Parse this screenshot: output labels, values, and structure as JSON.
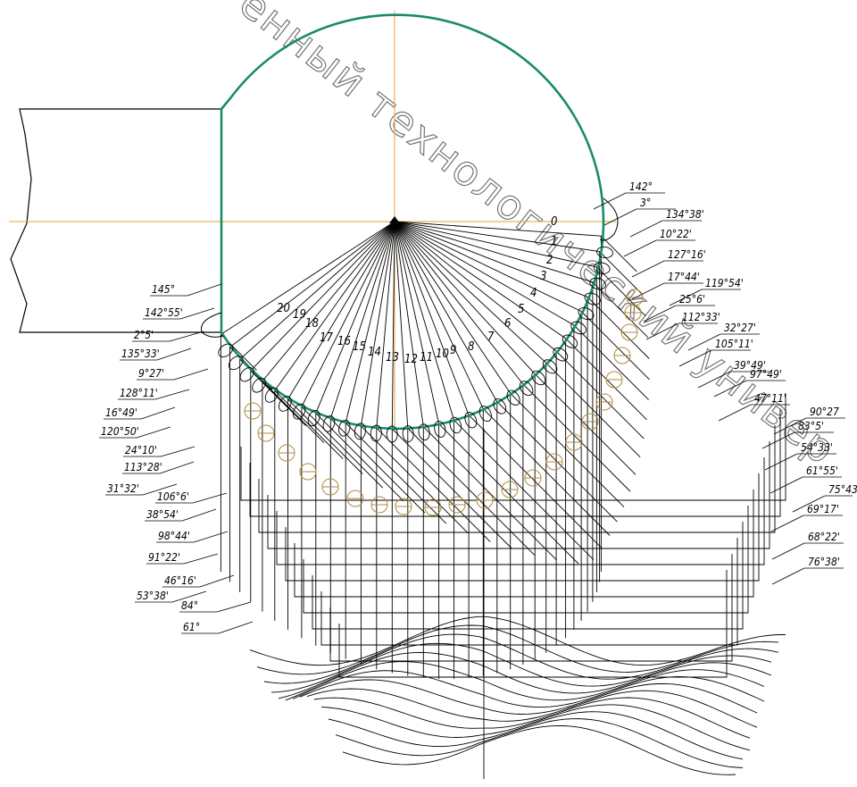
{
  "watermark": "енный технологический универ",
  "colors": {
    "outline": "#1a8a6a",
    "axis": "#e0a040",
    "ink": "#000000",
    "watermark": "#6a6a6a"
  },
  "ray_numbers": [
    "0",
    "1",
    "2",
    "3",
    "4",
    "5",
    "6",
    "7",
    "8",
    "9",
    "10",
    "11",
    "12",
    "13",
    "14",
    "15",
    "16",
    "17",
    "18",
    "19",
    "20"
  ],
  "right_labels": [
    "142°",
    "3°",
    "134°38'",
    "10°22'",
    "127°16'",
    "17°44'",
    "119°54'",
    "25°6'",
    "112°33'",
    "32°27'",
    "105°11'",
    "39°49'",
    "97°49'",
    "47°11'",
    "90°27",
    "83°5'",
    "54°33'",
    "61°55'",
    "75°43'",
    "69°17'",
    "68°22'",
    "76°38'"
  ],
  "left_labels": [
    "145°",
    "142°55'",
    "2°5'",
    "135°33'",
    "9°27'",
    "128°11'",
    "16°49'",
    "120°50'",
    "24°10'",
    "113°28'",
    "31°32'",
    "106°6'",
    "38°54'",
    "98°44'",
    "91°22'",
    "46°16'",
    "53°38'",
    "84°",
    "61°"
  ]
}
